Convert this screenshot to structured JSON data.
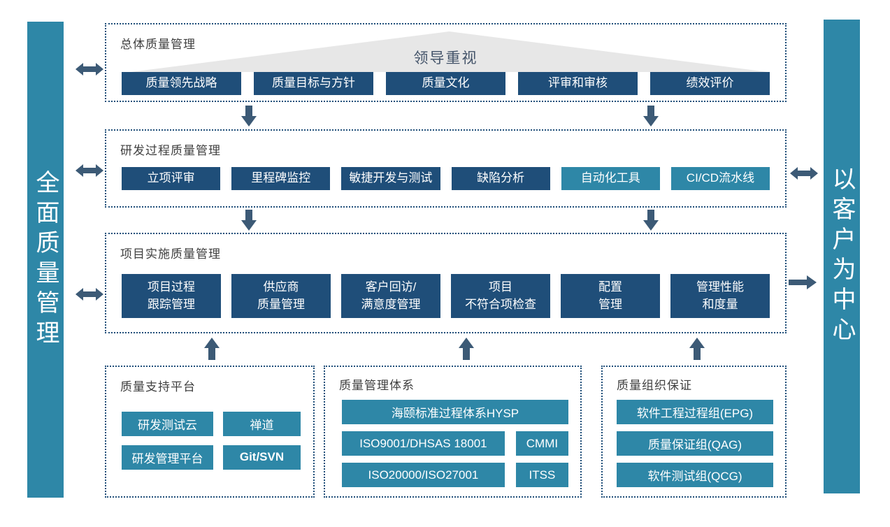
{
  "colors": {
    "dark_btn": "#1F4E79",
    "teal": "#2E87A7",
    "arrow": "#3C5A76",
    "border": "#1F4E79",
    "title_text": "#404040",
    "banner_bg": "#E7E7E7",
    "banner_text": "#44546A",
    "page_bg": "#FFFFFF"
  },
  "bars": {
    "left": "全面质量管理",
    "right": "以客户为中心"
  },
  "overall": {
    "title": "总体质量管理",
    "banner": "领导重视",
    "items": [
      "质量领先战略",
      "质量目标与方针",
      "质量文化",
      "评审和审核",
      "绩效评价"
    ]
  },
  "rd": {
    "title": "研发过程质量管理",
    "items": [
      "立项评审",
      "里程碑监控",
      "敏捷开发与测试",
      "缺陷分析",
      "自动化工具",
      "CI/CD流水线"
    ]
  },
  "impl": {
    "title": "项目实施质量管理",
    "items": [
      [
        "项目过程",
        "跟踪管理"
      ],
      [
        "供应商",
        "质量管理"
      ],
      [
        "客户回访/",
        "满意度管理"
      ],
      [
        "项目",
        "不符合项检查"
      ],
      [
        "配置",
        "管理"
      ],
      [
        "管理性能",
        "和度量"
      ]
    ]
  },
  "platform": {
    "title": "质量支持平台",
    "items": [
      "研发测试云",
      "禅道",
      "研发管理平台",
      "Git/SVN"
    ]
  },
  "system": {
    "title": "质量管理体系",
    "wide": "海颐标准过程体系HYSP",
    "rows": [
      [
        "ISO9001/DHSAS 18001",
        "CMMI"
      ],
      [
        "ISO20000/ISO27001",
        "ITSS"
      ]
    ]
  },
  "org": {
    "title": "质量组织保证",
    "items": [
      "软件工程过程组(EPG)",
      "质量保证组(QAG)",
      "软件测试组(QCG)"
    ]
  }
}
